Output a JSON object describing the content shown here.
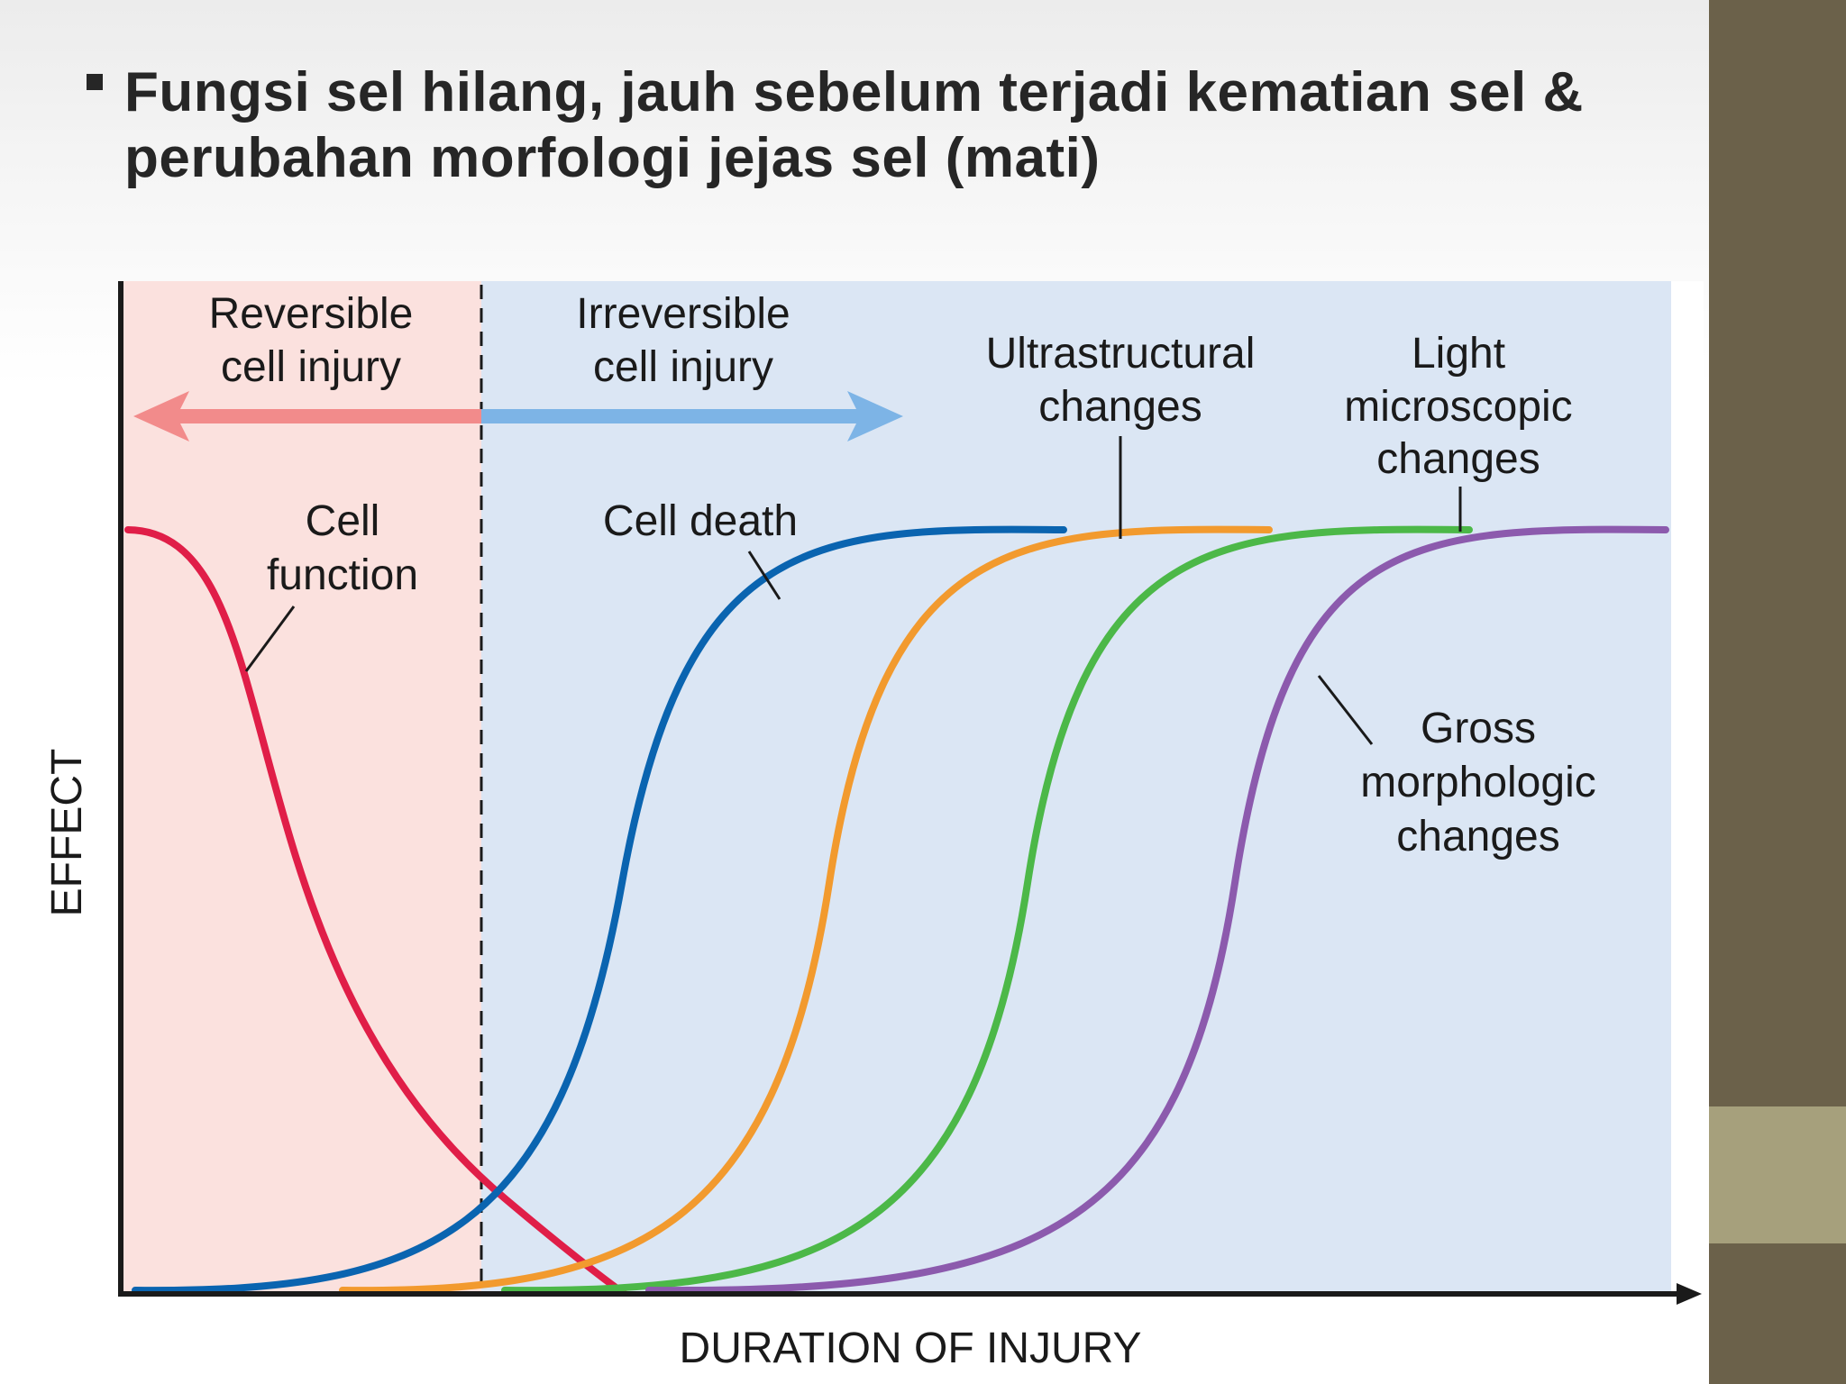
{
  "slide": {
    "title": "Fungsi sel hilang, jauh sebelum terjadi kematian sel & perubahan morfologi jejas sel (mati)",
    "colors": {
      "side_panel": "#6b614a",
      "side_accent": "#a6a07c",
      "title_text": "#262626"
    }
  },
  "diagram": {
    "regions": {
      "reversible": {
        "line1": "Reversible",
        "line2": "cell injury",
        "fill": "#fbe1de",
        "arrow_color": "#f28b8b"
      },
      "irreversible": {
        "line1": "Irreversible",
        "line2": "cell injury",
        "fill": "#dbe6f4",
        "arrow_color": "#7db4e6"
      }
    },
    "axes": {
      "y_label": "EFFECT",
      "x_label": "DURATION OF INJURY"
    },
    "curves": {
      "cell_function": {
        "line1": "Cell",
        "line2": "function",
        "color": "#e01e48"
      },
      "cell_death": {
        "line1": "Cell death",
        "color": "#0a64b0"
      },
      "ultrastructural": {
        "line1": "Ultrastructural",
        "line2": "changes",
        "color": "#f29a2e"
      },
      "light_microscopic": {
        "line1": "Light",
        "line2": "microscopic",
        "line3": "changes",
        "color": "#4cb848"
      },
      "gross_morphologic": {
        "line1": "Gross",
        "line2": "morphologic",
        "line3": "changes",
        "color": "#8c5aad"
      }
    }
  }
}
